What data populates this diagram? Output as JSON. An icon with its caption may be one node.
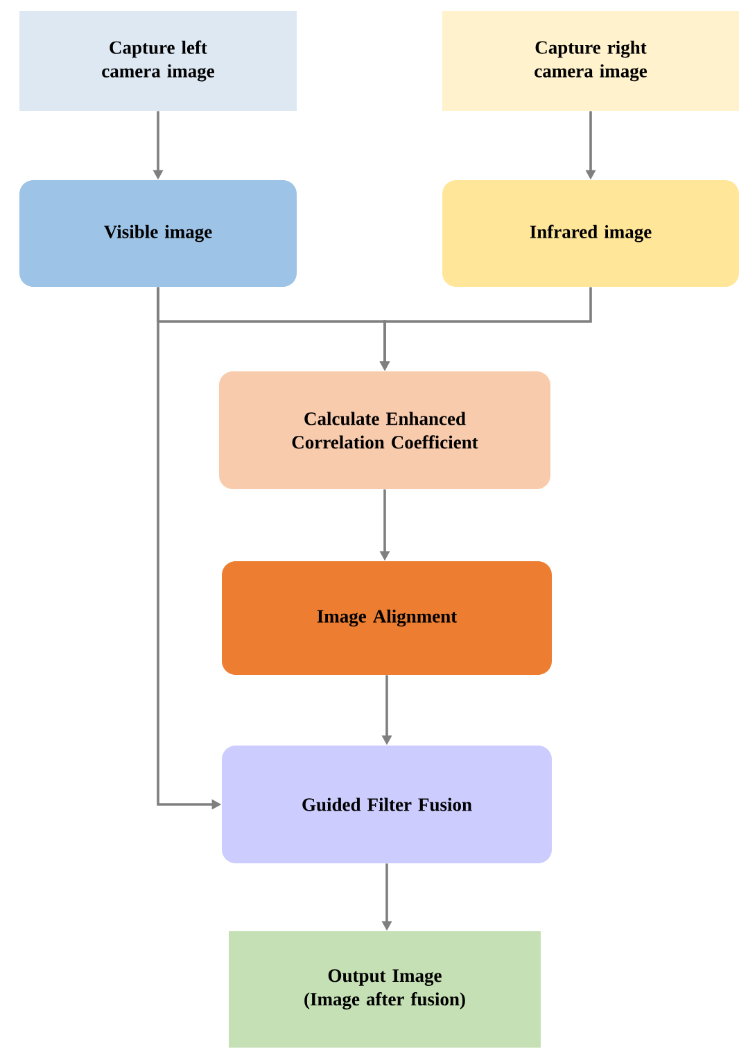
{
  "diagram": {
    "nodes": [
      {
        "text": [
          "Capture left camera image"
        ]
      },
      {
        "text": [
          "Capture right camera image"
        ]
      },
      {
        "text": [
          "Visible image"
        ]
      },
      {
        "text": [
          "Infrared image"
        ]
      },
      {
        "text": [
          "Calculate Enhanced Correlation Coefficient"
        ]
      },
      {
        "text": [
          "Image Alignment"
        ]
      },
      {
        "text": [
          "Guided Filter Fusion"
        ]
      },
      {
        "text": [
          "Output Image (Image after fusion)"
        ]
      }
    ],
    "edges": [
      {
        "from": 0,
        "to": 2,
        "arrow": "to"
      },
      {
        "from": 1,
        "to": 3,
        "arrow": "to"
      },
      {
        "from": 2,
        "to": 4,
        "arrow": "to"
      },
      {
        "from": 3,
        "to": 4,
        "arrow": "to"
      },
      {
        "from": 4,
        "to": 5,
        "arrow": "to"
      },
      {
        "from": 5,
        "to": 6,
        "arrow": "to"
      },
      {
        "from": 2,
        "to": 6,
        "arrow": "to"
      },
      {
        "from": 6,
        "to": 7,
        "arrow": "to"
      }
    ]
  }
}
